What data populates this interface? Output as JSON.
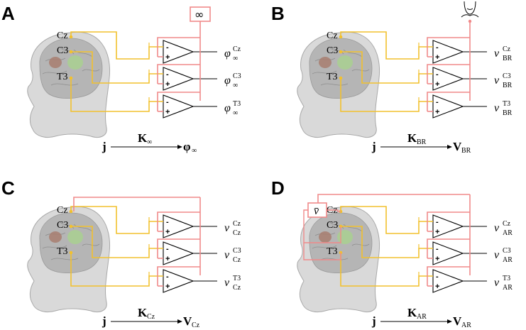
{
  "colors": {
    "yellow_wire": "#f2c12e",
    "pink_wire": "#f08a8a",
    "head_fill": "#d9d9d9",
    "brain_fill": "#b5b5b5"
  },
  "panels": [
    {
      "letter": "A",
      "reference": "infinity",
      "reference_symbol": "∞",
      "electrodes": [
        "Cz",
        "C3",
        "T3"
      ],
      "outputs": [
        {
          "symbol": "φ",
          "sub": "∞",
          "sup": "Cz"
        },
        {
          "symbol": "φ",
          "sub": "∞",
          "sup": "C3"
        },
        {
          "symbol": "φ",
          "sub": "∞",
          "sup": "T3"
        }
      ],
      "equation": {
        "lhs": "j",
        "op": "K",
        "op_sub": "∞",
        "rhs": "φ",
        "rhs_sub": "∞"
      }
    },
    {
      "letter": "B",
      "reference": "body",
      "electrodes": [
        "Cz",
        "C3",
        "T3"
      ],
      "outputs": [
        {
          "symbol": "v",
          "sub": "BR",
          "sup": "Cz"
        },
        {
          "symbol": "v",
          "sub": "BR",
          "sup": "C3"
        },
        {
          "symbol": "v",
          "sub": "BR",
          "sup": "T3"
        }
      ],
      "equation": {
        "lhs": "j",
        "op": "K",
        "op_sub": "BR",
        "rhs": "V",
        "rhs_sub": "BR"
      }
    },
    {
      "letter": "C",
      "reference": "Cz",
      "electrodes": [
        "Cz",
        "C3",
        "T3"
      ],
      "outputs": [
        {
          "symbol": "v",
          "sub": "Cz",
          "sup": "Cz"
        },
        {
          "symbol": "v",
          "sub": "Cz",
          "sup": "C3"
        },
        {
          "symbol": "v",
          "sub": "Cz",
          "sup": "T3"
        }
      ],
      "equation": {
        "lhs": "j",
        "op": "K",
        "op_sub": "Cz",
        "rhs": "V",
        "rhs_sub": "Cz"
      }
    },
    {
      "letter": "D",
      "reference": "average",
      "reference_symbol": "v̄",
      "electrodes": [
        "Cz",
        "C3",
        "T3"
      ],
      "outputs": [
        {
          "symbol": "v",
          "sub": "AR",
          "sup": "Cz"
        },
        {
          "symbol": "v",
          "sub": "AR",
          "sup": "C3"
        },
        {
          "symbol": "v",
          "sub": "AR",
          "sup": "T3"
        }
      ],
      "equation": {
        "lhs": "j",
        "op": "K",
        "op_sub": "AR",
        "rhs": "V",
        "rhs_sub": "AR"
      }
    }
  ]
}
